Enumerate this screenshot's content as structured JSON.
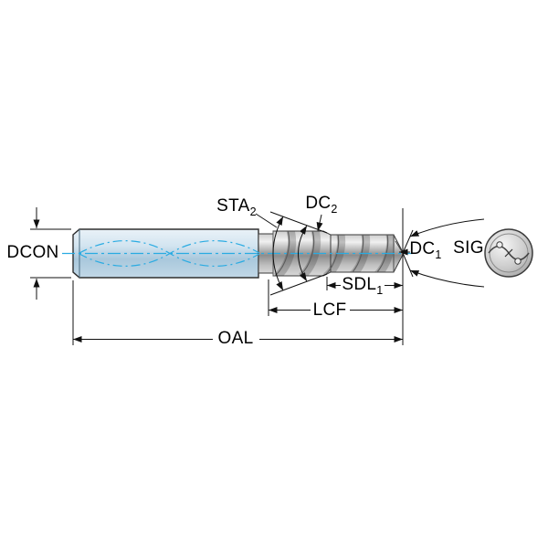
{
  "diagram": {
    "type": "technical-drawing",
    "subject": "step-drill-dimension-diagram",
    "colors": {
      "centerline_blue": "#29abe2",
      "dimension_line": "#111111",
      "shank_fill": "#cfe2ef",
      "body_gray": "#b5b5b5"
    },
    "labels": {
      "dcon": {
        "base": "DCON",
        "sub": ""
      },
      "sta2": {
        "base": "STA",
        "sub": "2"
      },
      "dc2": {
        "base": "DC",
        "sub": "2"
      },
      "dc1": {
        "base": "DC",
        "sub": "1"
      },
      "sig": {
        "base": "SIG",
        "sub": ""
      },
      "sdl1": {
        "base": "SDL",
        "sub": "1"
      },
      "lcf": {
        "base": "LCF",
        "sub": ""
      },
      "oal": {
        "base": "OAL",
        "sub": ""
      }
    }
  }
}
